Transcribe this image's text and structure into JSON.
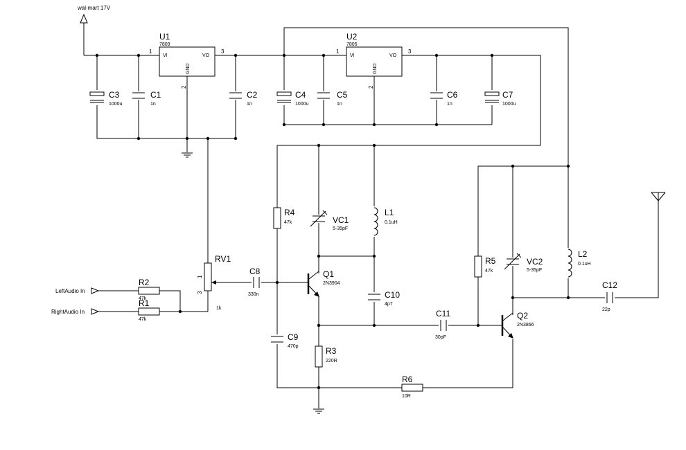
{
  "supply_label": "wal-mart 17V",
  "regulators": {
    "u1": {
      "ref": "U1",
      "part": "7809",
      "vi": "VI",
      "vo": "VO",
      "gnd": "GND",
      "pin1": "1",
      "pin2": "2",
      "pin3": "3"
    },
    "u2": {
      "ref": "U2",
      "part": "7805",
      "vi": "VI",
      "vo": "VO",
      "gnd": "GND",
      "pin1": "1",
      "pin2": "2",
      "pin3": "3"
    }
  },
  "capacitors": {
    "c1": {
      "ref": "C1",
      "value": "1n"
    },
    "c2": {
      "ref": "C2",
      "value": "1n"
    },
    "c3": {
      "ref": "C3",
      "value": "1000u"
    },
    "c4": {
      "ref": "C4",
      "value": "1000u"
    },
    "c5": {
      "ref": "C5",
      "value": "1n"
    },
    "c6": {
      "ref": "C6",
      "value": "1n"
    },
    "c7": {
      "ref": "C7",
      "value": "1000u"
    },
    "c8": {
      "ref": "C8",
      "value": "330n"
    },
    "c9": {
      "ref": "C9",
      "value": "470p"
    },
    "c10": {
      "ref": "C10",
      "value": "4p7"
    },
    "c11": {
      "ref": "C11",
      "value": "30pF"
    },
    "c12": {
      "ref": "C12",
      "value": "22p"
    }
  },
  "variable_caps": {
    "vc1": {
      "ref": "VC1",
      "value": "5-35pF"
    },
    "vc2": {
      "ref": "VC2",
      "value": "5-35pF"
    }
  },
  "resistors": {
    "r1": {
      "ref": "R1",
      "value": "47k"
    },
    "r2": {
      "ref": "R2",
      "value": "47k"
    },
    "r3": {
      "ref": "R3",
      "value": "220R"
    },
    "r4": {
      "ref": "R4",
      "value": "47k"
    },
    "r5": {
      "ref": "R5",
      "value": "47k"
    },
    "r6": {
      "ref": "R6",
      "value": "10R"
    }
  },
  "inductors": {
    "l1": {
      "ref": "L1",
      "value": "0.1uH"
    },
    "l2": {
      "ref": "L2",
      "value": "0.1uH"
    }
  },
  "pot": {
    "ref": "RV1",
    "value": "1k",
    "pin1": "1",
    "pin3": "3"
  },
  "transistors": {
    "q1": {
      "ref": "Q1",
      "part": "2N3904"
    },
    "q2": {
      "ref": "Q2",
      "part": "2N3866"
    }
  },
  "inputs": {
    "left": "LeftAudio In",
    "right": "RightAudio In"
  }
}
